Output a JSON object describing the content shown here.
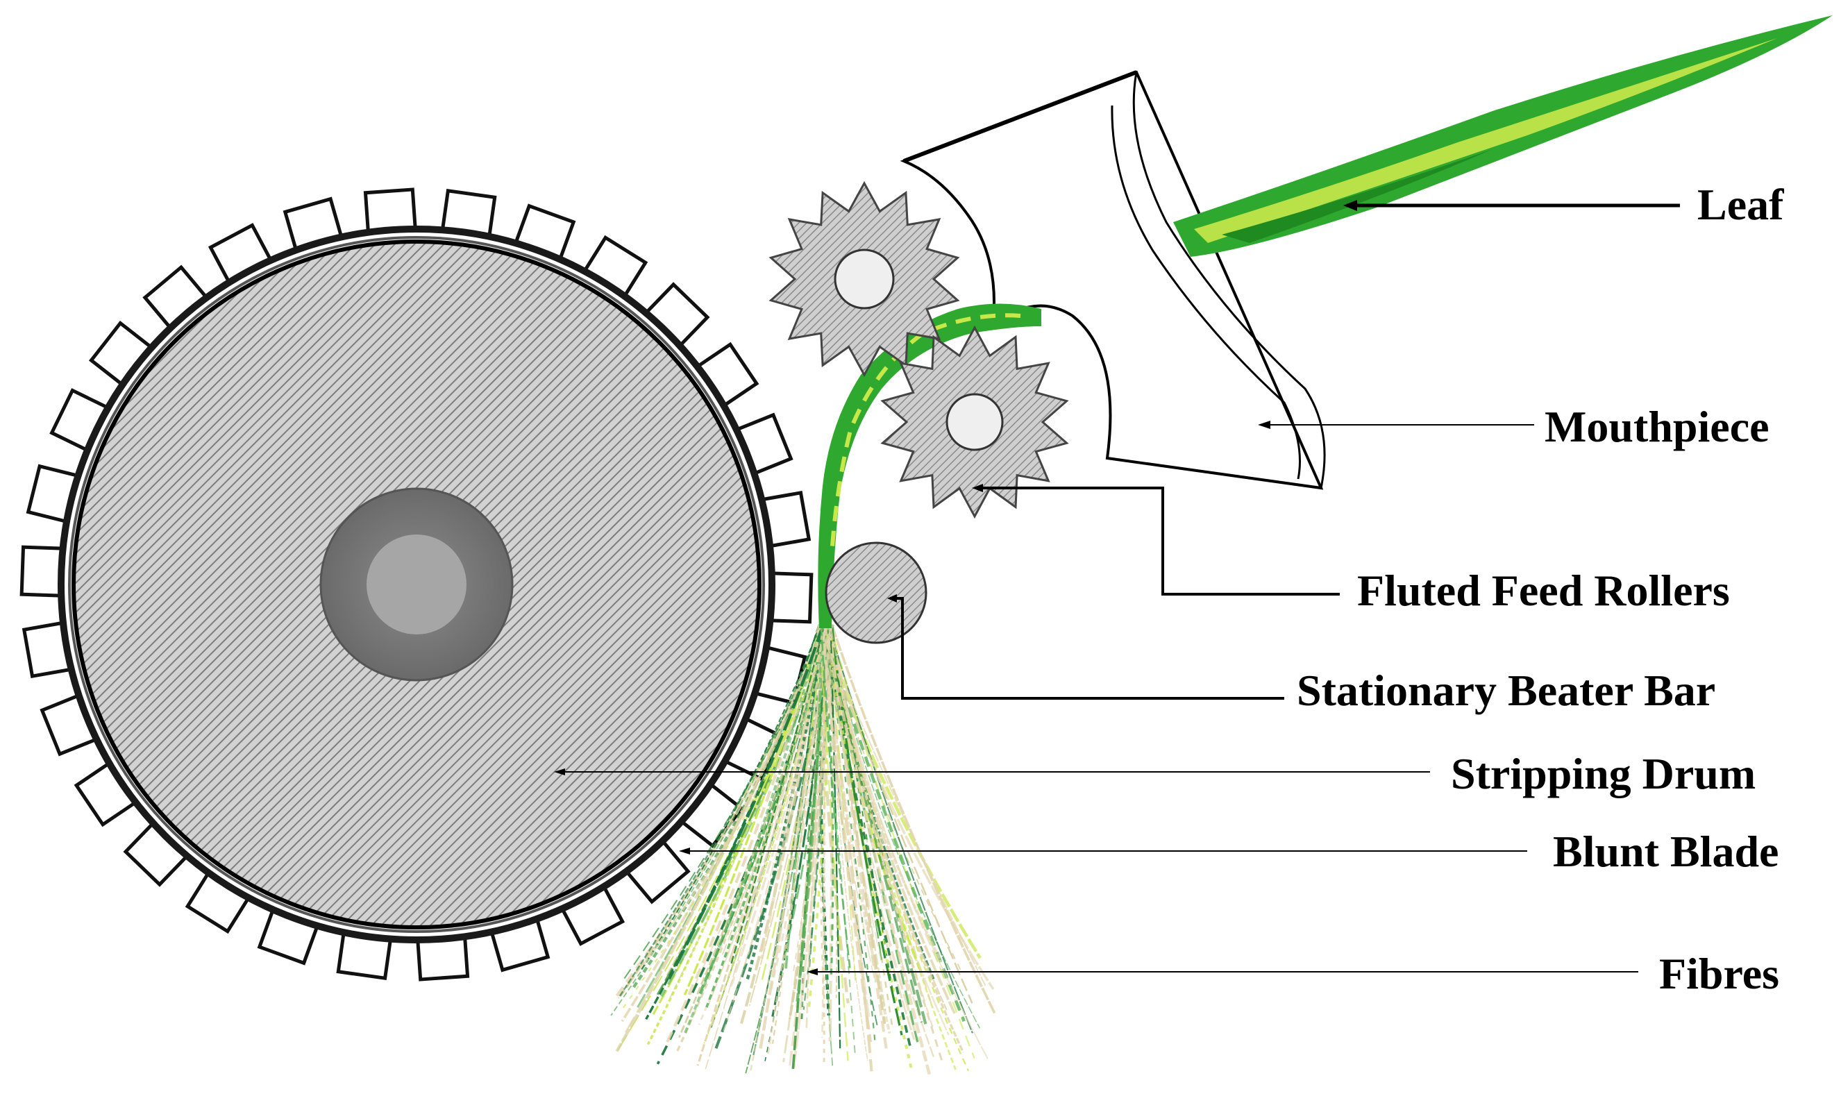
{
  "labels": {
    "leaf": "Leaf",
    "mouthpiece": "Mouthpiece",
    "fluted_feed_rollers": "Fluted Feed Rollers",
    "stationary_beater_bar": "Stationary Beater Bar",
    "stripping_drum": "Stripping Drum",
    "blunt_blade": "Blunt Blade",
    "fibres": "Fibres"
  },
  "colors": {
    "leaf_dark": "#2ea82e",
    "leaf_light": "#c8e84a",
    "fibre_beige": "#e3d6b0",
    "fibre_green": "#2f8f2f",
    "metal_grey": "#bdbdbd",
    "hub_dark": "#707070",
    "hub_light": "#a9a9a9"
  }
}
